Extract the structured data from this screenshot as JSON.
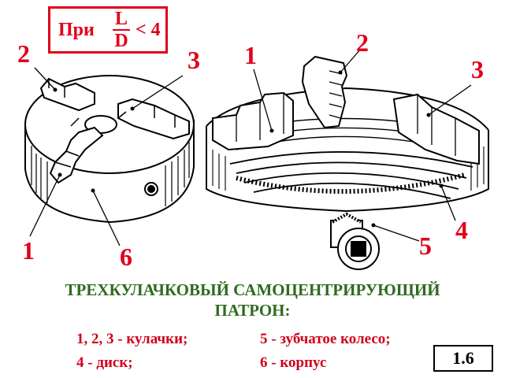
{
  "formula": {
    "prefix": "При",
    "numerator": "L",
    "denominator": "D",
    "suffix": "< 4"
  },
  "callouts": {
    "left_2": "2",
    "left_3": "3",
    "left_1": "1",
    "left_6": "6",
    "right_1": "1",
    "right_2": "2",
    "right_3": "3",
    "right_4": "4",
    "right_5": "5"
  },
  "caption": {
    "line1": "ТРЕХКУЛАЧКОВЫЙ САМОЦЕНТРИРУЮЩИЙ",
    "line2": "ПАТРОН:"
  },
  "legend": {
    "jaws": "1, 2, 3 - кулачки;",
    "gear": "5 - зубчатое колесо;",
    "disk": "4 - диск;",
    "body": "6 - корпус"
  },
  "figure_number": "1.6",
  "colors": {
    "accent_red": "#e0001a",
    "caption_green": "#2e6b1f",
    "ink": "#000000"
  }
}
